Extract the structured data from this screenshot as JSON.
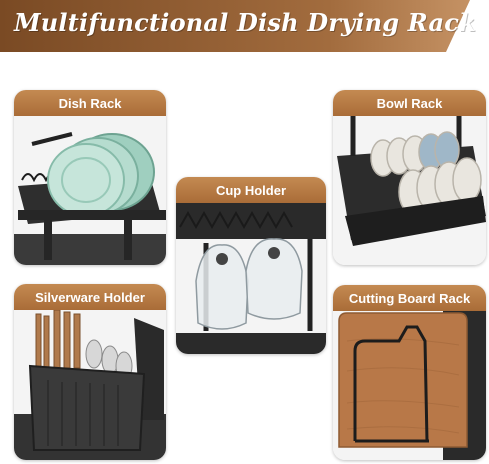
{
  "title": "Multifunctional Dish Drying Rack",
  "colors": {
    "banner": "#8a5a32",
    "label": "#b07840",
    "rack": "#2b2b2b",
    "wood": "#b8784a"
  },
  "panels": [
    {
      "label": "Dish Rack"
    },
    {
      "label": "Bowl Rack"
    },
    {
      "label": "Cup Holder"
    },
    {
      "label": "Silverware Holder"
    },
    {
      "label": "Cutting Board Rack"
    }
  ]
}
